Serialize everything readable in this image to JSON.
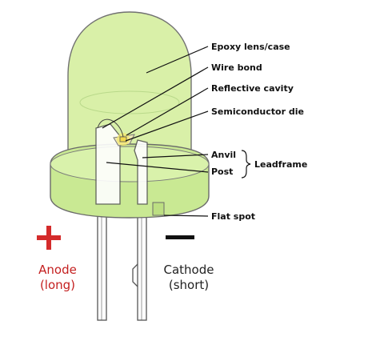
{
  "labels": {
    "epoxy": "Epoxy lens/case",
    "wire_bond": "Wire bond",
    "reflective_cavity": "Reflective cavity",
    "die": "Semiconductor die",
    "anvil": "Anvil",
    "post": "Post",
    "leadframe": "Leadframe",
    "flat_spot": "Flat spot"
  },
  "terminals": {
    "anode_symbol": "+",
    "anode_name": "Anode",
    "anode_note": "(long)",
    "cathode_symbol": "−",
    "cathode_name": "Cathode",
    "cathode_note": "(short)"
  },
  "colors": {
    "epoxy_fill": "#d7f0a4",
    "epoxy_rim": "#c3e488",
    "outline": "#555555",
    "anode": "#d42b2b",
    "cathode": "#111111",
    "die_glow": "#f6e96a"
  }
}
